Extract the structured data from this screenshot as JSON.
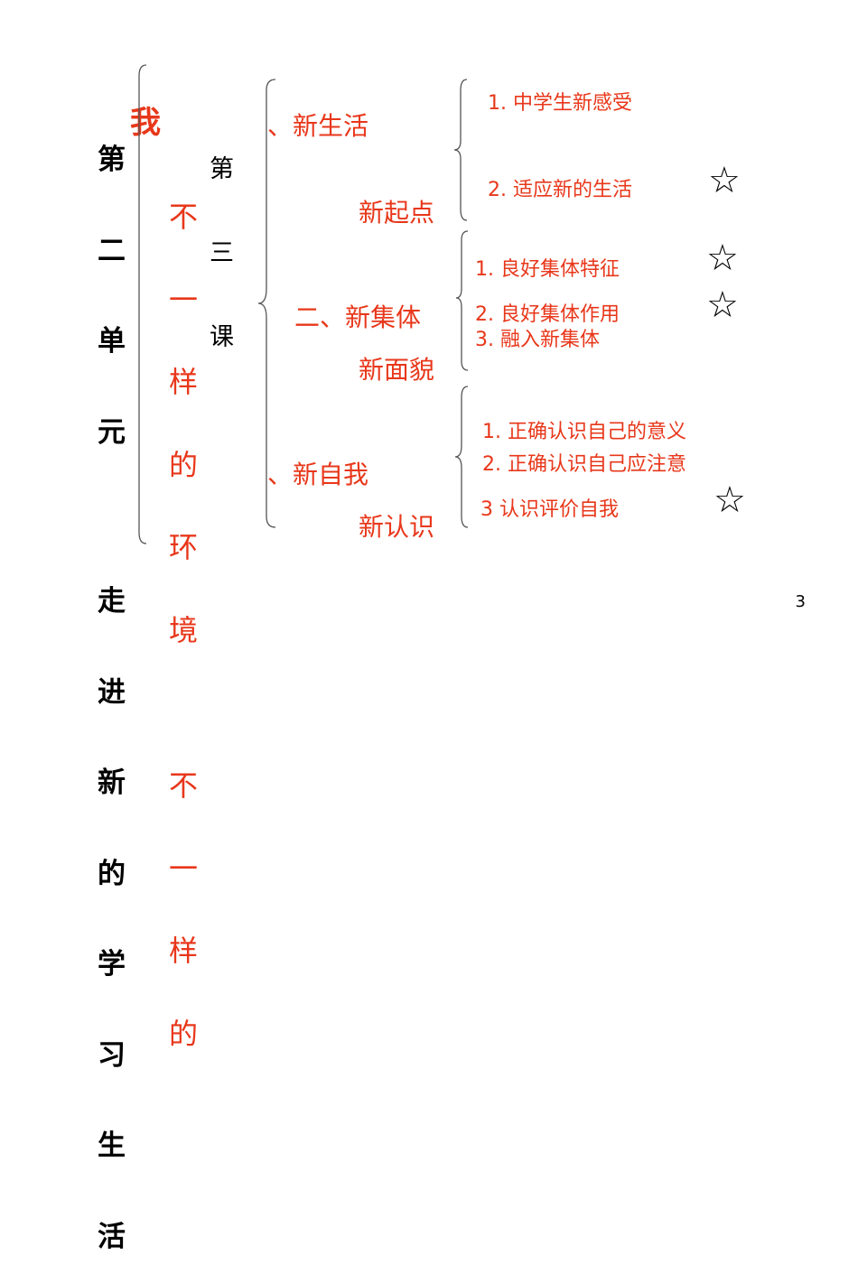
{
  "unit_title": [
    "第",
    "二",
    "单",
    "元",
    "",
    "走",
    "进",
    "新",
    "的",
    "学",
    "习",
    "生",
    "活"
  ],
  "theme_first_char": "我",
  "theme_rest": [
    "不",
    "一",
    "样",
    "的",
    "环",
    "境",
    "",
    "不",
    "一",
    "样",
    "的"
  ],
  "lesson": [
    "第",
    "三",
    "课"
  ],
  "sections": [
    {
      "title": "、新生活",
      "subtitle": "新起点"
    },
    {
      "title": "二、新集体",
      "subtitle": "新面貌"
    },
    {
      "title": "、新自我",
      "subtitle": "新认识"
    }
  ],
  "items": [
    "1. 中学生新感受",
    "2. 适应新的生活",
    "1. 良好集体特征",
    "2. 良好集体作用",
    "3. 融入新集体",
    "1. 正确认识自己的意义",
    "2. 正确认识自己应注意",
    "3 认识评价自我"
  ],
  "star_glyph": "☆",
  "page_number": "3",
  "colors": {
    "accent": "#e8371a",
    "text": "#000000",
    "bracket": "#555555"
  }
}
